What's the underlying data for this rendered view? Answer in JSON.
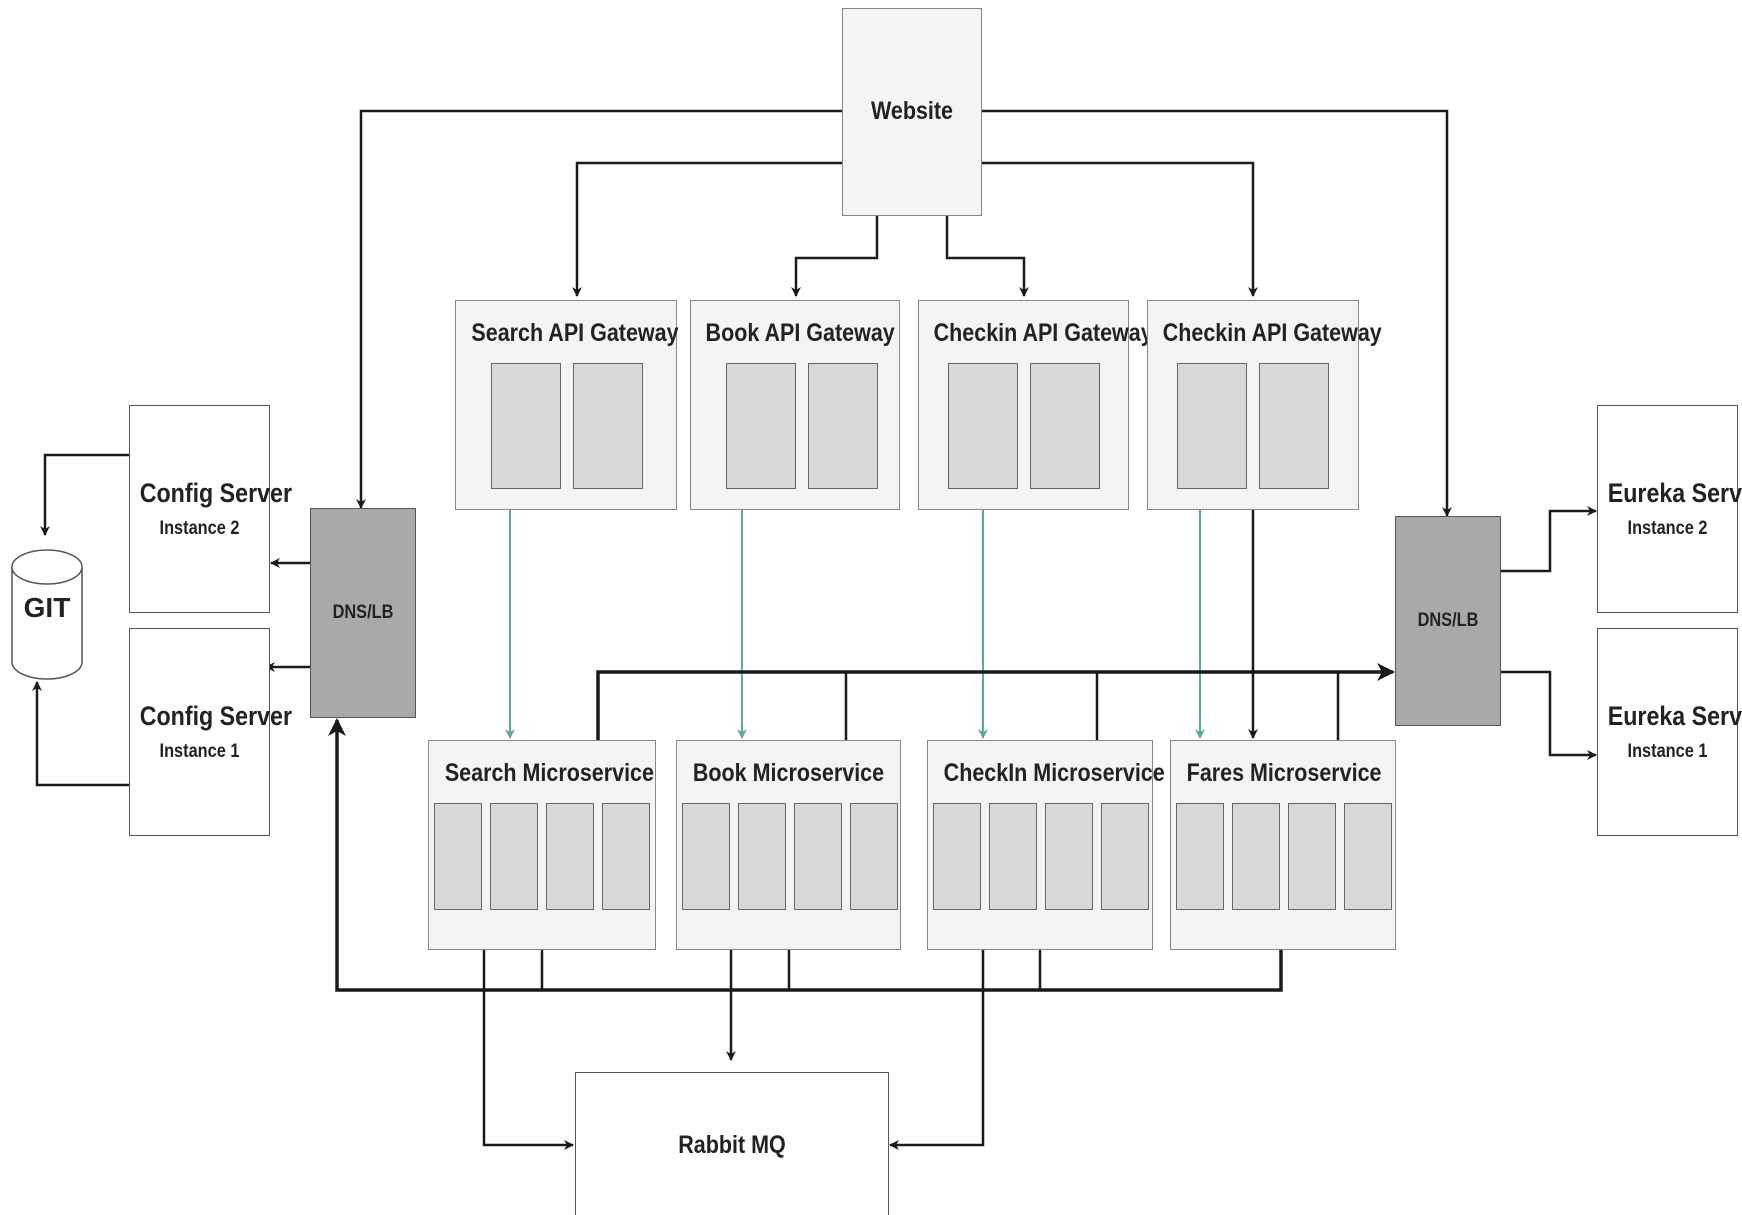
{
  "website": {
    "label": "Website"
  },
  "gateways": [
    {
      "label": "Search API Gateway"
    },
    {
      "label": "Book API Gateway"
    },
    {
      "label": "Checkin API Gateway"
    },
    {
      "label": "Checkin API Gateway"
    }
  ],
  "microservices": [
    {
      "label": "Search Microservice"
    },
    {
      "label": "Book Microservice"
    },
    {
      "label": "CheckIn Microservice"
    },
    {
      "label": "Fares Microservice"
    }
  ],
  "config_servers": [
    {
      "label": "Config Server",
      "instance": "Instance 2"
    },
    {
      "label": "Config Server",
      "instance": "Instance 1"
    }
  ],
  "eureka_servers": [
    {
      "label": "Eureka Server",
      "instance": "Instance 2"
    },
    {
      "label": "Eureka Server",
      "instance": "Instance 1"
    }
  ],
  "dns_left": {
    "label": "DNS/LB"
  },
  "dns_right": {
    "label": "DNS/LB"
  },
  "git": {
    "label": "GIT"
  },
  "rabbit": {
    "label": "Rabbit MQ"
  },
  "colors": {
    "line": "#1a1a1a",
    "teal": "#5aa898",
    "box_fill": "#f4f4f4",
    "instance_fill": "#d8d8d8",
    "dns_fill": "#a9a9a9"
  }
}
